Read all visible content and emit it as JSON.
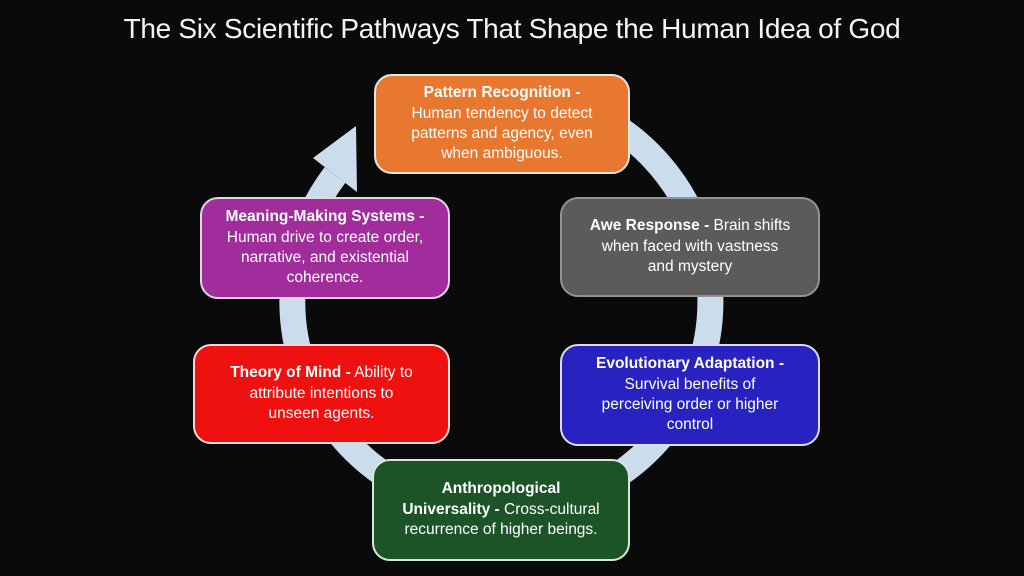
{
  "title": "The Six Scientific Pathways That Shape the Human Idea of God",
  "colors": {
    "background": "#0A0A0A",
    "title_text": "#F5F5F5"
  },
  "ring": {
    "color": "#CBDCEC"
  },
  "boxes": [
    {
      "name": "pattern-recognition",
      "title": "Pattern Recognition -",
      "body": "\nHuman tendency to detect\npatterns and agency, even\nwhen ambiguous.",
      "fill": "#E8772F",
      "border": "#E8E4DE"
    },
    {
      "name": "awe-response",
      "title": "Awe Response -",
      "body": " Brain shifts\nwhen faced with vastness\nand mystery",
      "fill": "#5B5B5B",
      "border": "#939393"
    },
    {
      "name": "evolutionary-adaptation",
      "title": "Evolutionary Adaptation -",
      "body": "\nSurvival benefits of\nperceiving order or higher\ncontrol",
      "fill": "#2823C0",
      "border": "#DDDDF1"
    },
    {
      "name": "anthropological-universality",
      "title": "Anthropological\nUniversality -",
      "body": " Cross-cultural\nrecurrence of higher beings.",
      "fill": "#1D5427",
      "border": "#DAE6DA"
    },
    {
      "name": "theory-of-mind",
      "title": "Theory of Mind -",
      "body": " Ability to\nattribute intentions to\nunseen agents.",
      "fill": "#EF1010",
      "border": "#F6D9D9"
    },
    {
      "name": "meaning-making-systems",
      "title": "Meaning-Making Systems -",
      "body": "\nHuman drive to create order,\nnarrative, and existential\ncoherence.",
      "fill": "#A02D9B",
      "border": "#E6D4E5"
    }
  ]
}
